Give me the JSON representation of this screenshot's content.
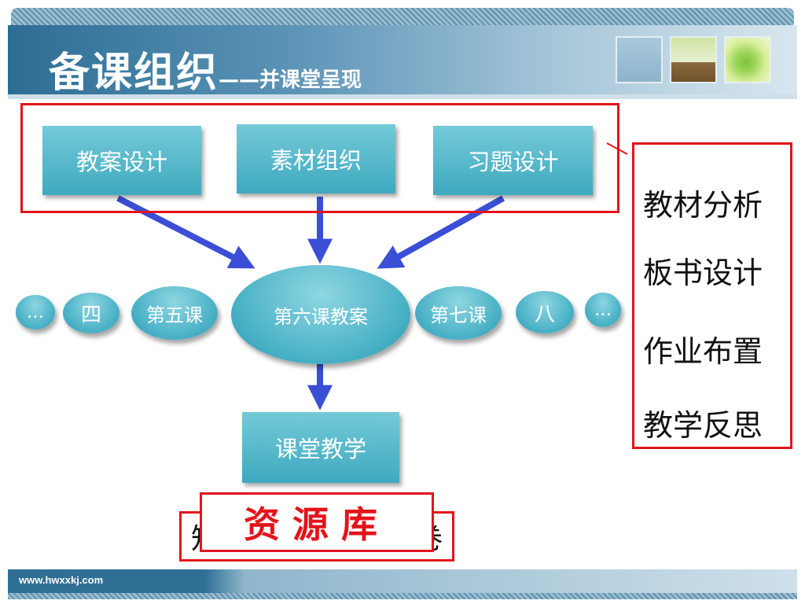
{
  "header": {
    "title_main": "备课组织",
    "title_sub": "——并课堂呈现"
  },
  "top_boxes": {
    "lesson_design": "教案设计",
    "material_org": "素材组织",
    "exercise_design": "习题设计"
  },
  "lesson_row": {
    "ellipsis_left": "…",
    "four": "四",
    "fifth": "第五课",
    "sixth": "第六课教案",
    "seventh": "第七课",
    "eight": "八",
    "ellipsis_right": "…"
  },
  "classroom": "课堂教学",
  "side_items": [
    "教材分析",
    "板书设计",
    "作业布置",
    "教学反思"
  ],
  "resource": {
    "front": "资源库",
    "back_left": "知",
    "back_right": "卷"
  },
  "footer": {
    "url": "www.hwxxkj.com"
  },
  "colors": {
    "box_fill": "#3fa9bf",
    "arrow": "#3a4fd6",
    "highlight_border": "#e3141b"
  }
}
